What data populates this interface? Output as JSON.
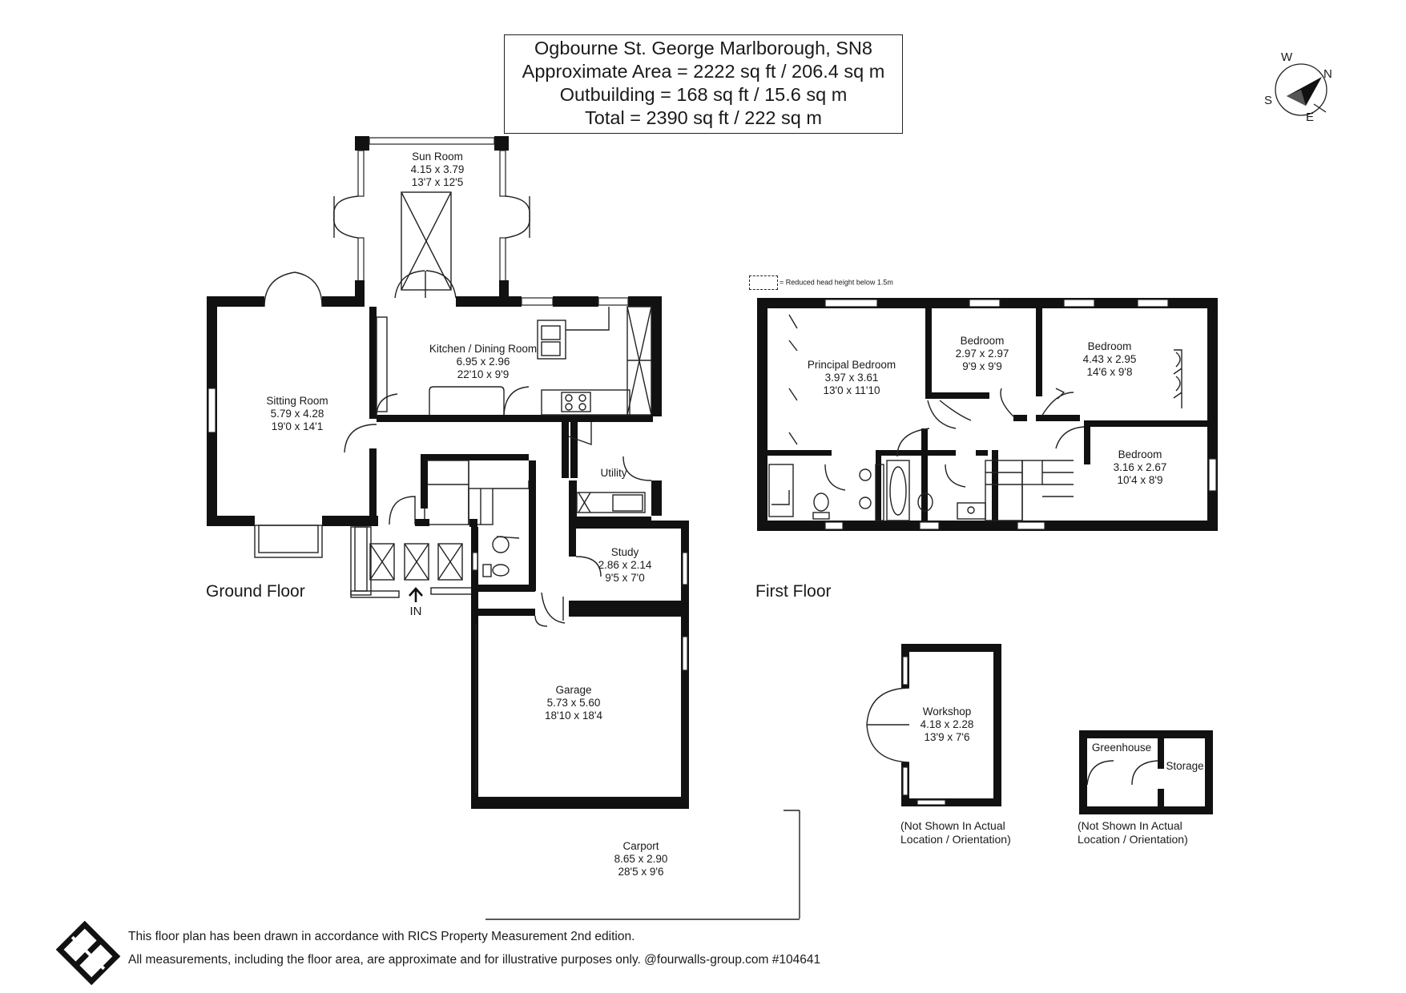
{
  "header": {
    "line1": "Ogbourne St. George Marlborough, SN8",
    "line2": "Approximate Area = 2222 sq ft / 206.4 sq m",
    "line3": "Outbuilding = 168 sq ft / 15.6 sq m",
    "line4": "Total = 2390 sq ft / 222 sq m"
  },
  "compass": {
    "n": "N",
    "s": "S",
    "e": "E",
    "w": "W"
  },
  "legend": {
    "text": "= Reduced head height below 1.5m"
  },
  "floors": {
    "ground": "Ground Floor",
    "first": "First Floor"
  },
  "entrance": "IN",
  "rooms": {
    "sun_room": {
      "name": "Sun Room",
      "metric": "4.15 x 3.79",
      "imperial": "13'7 x 12'5"
    },
    "sitting_room": {
      "name": "Sitting Room",
      "metric": "5.79 x 4.28",
      "imperial": "19'0 x 14'1"
    },
    "kitchen": {
      "name": "Kitchen / Dining Room",
      "metric": "6.95 x 2.96",
      "imperial": "22'10 x 9'9"
    },
    "utility": {
      "name": "Utility"
    },
    "study": {
      "name": "Study",
      "metric": "2.86 x 2.14",
      "imperial": "9'5 x 7'0"
    },
    "garage": {
      "name": "Garage",
      "metric": "5.73 x 5.60",
      "imperial": "18'10 x 18'4"
    },
    "carport": {
      "name": "Carport",
      "metric": "8.65 x 2.90",
      "imperial": "28'5 x 9'6"
    },
    "principal_bedroom": {
      "name": "Principal Bedroom",
      "metric": "3.97 x 3.61",
      "imperial": "13'0 x 11'10"
    },
    "bedroom_2": {
      "name": "Bedroom",
      "metric": "2.97 x 2.97",
      "imperial": "9'9 x 9'9"
    },
    "bedroom_3": {
      "name": "Bedroom",
      "metric": "4.43 x 2.95",
      "imperial": "14'6 x 9'8"
    },
    "bedroom_4": {
      "name": "Bedroom",
      "metric": "3.16 x 2.67",
      "imperial": "10'4 x 8'9"
    },
    "workshop": {
      "name": "Workshop",
      "metric": "4.18 x 2.28",
      "imperial": "13'9 x 7'6"
    },
    "greenhouse": {
      "name": "Greenhouse"
    },
    "storage": {
      "name": "Storage"
    }
  },
  "notes": {
    "workshop_line1": "(Not Shown In Actual",
    "workshop_line2": "Location / Orientation)",
    "greenhouse_line1": "(Not Shown In Actual",
    "greenhouse_line2": "Location / Orientation)"
  },
  "footer": {
    "line1": "This floor plan has been drawn in accordance with RICS Property Measurement 2nd edition.",
    "line2": "All measurements, including the floor area, are approximate and for illustrative purposes only. @fourwalls-group.com #104641"
  }
}
